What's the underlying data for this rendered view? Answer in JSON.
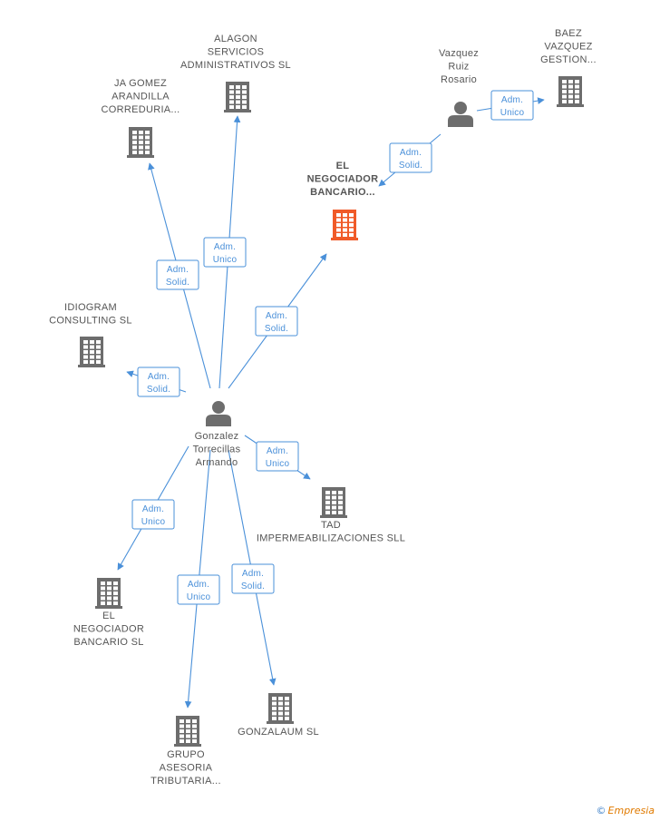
{
  "nodes": [
    {
      "id": "alagon",
      "type": "company",
      "label": [
        "ALAGON",
        "SERVICIOS",
        "ADMINISTRATIVOS SL"
      ]
    },
    {
      "id": "jagomez",
      "type": "company",
      "label": [
        "JA GOMEZ",
        "ARANDILLA",
        "CORREDURIA..."
      ]
    },
    {
      "id": "baez",
      "type": "company",
      "label": [
        "BAEZ",
        "VAZQUEZ",
        "GESTION..."
      ]
    },
    {
      "id": "vazquez",
      "type": "person",
      "label": [
        "Vazquez",
        "Ruiz",
        "Rosario"
      ]
    },
    {
      "id": "negociador_main",
      "type": "company",
      "focus": true,
      "label": [
        "EL",
        "NEGOCIADOR",
        "BANCARIO..."
      ]
    },
    {
      "id": "idiogram",
      "type": "company",
      "label": [
        "IDIOGRAM",
        "CONSULTING SL"
      ]
    },
    {
      "id": "gonzalez",
      "type": "person",
      "label": [
        "Gonzalez",
        "Torrecillas",
        "Armando"
      ]
    },
    {
      "id": "tad",
      "type": "company",
      "label": [
        "TAD",
        "IMPERMEABILIZACIONES SLL"
      ]
    },
    {
      "id": "negociador_sl",
      "type": "company",
      "label": [
        "EL",
        "NEGOCIADOR",
        "BANCARIO  SL"
      ]
    },
    {
      "id": "grupo",
      "type": "company",
      "label": [
        "GRUPO",
        "ASESORIA",
        "TRIBUTARIA..."
      ]
    },
    {
      "id": "gonzalaum",
      "type": "company",
      "label": [
        "GONZALAUM SL"
      ]
    }
  ],
  "edges": [
    {
      "from": "gonzalez",
      "to": "alagon",
      "role": [
        "Adm.",
        "Unico"
      ]
    },
    {
      "from": "gonzalez",
      "to": "jagomez",
      "role": [
        "Adm.",
        "Solid."
      ]
    },
    {
      "from": "gonzalez",
      "to": "negociador_main",
      "role": [
        "Adm.",
        "Solid."
      ]
    },
    {
      "from": "gonzalez",
      "to": "idiogram",
      "role": [
        "Adm.",
        "Solid."
      ]
    },
    {
      "from": "gonzalez",
      "to": "tad",
      "role": [
        "Adm.",
        "Unico"
      ]
    },
    {
      "from": "gonzalez",
      "to": "negociador_sl",
      "role": [
        "Adm.",
        "Unico"
      ]
    },
    {
      "from": "gonzalez",
      "to": "grupo",
      "role": [
        "Adm.",
        "Unico"
      ]
    },
    {
      "from": "gonzalez",
      "to": "gonzalaum",
      "role": [
        "Adm.",
        "Solid."
      ]
    },
    {
      "from": "vazquez",
      "to": "negociador_main",
      "role": [
        "Adm.",
        "Solid."
      ]
    },
    {
      "from": "vazquez",
      "to": "baez",
      "role": [
        "Adm.",
        "Unico"
      ]
    }
  ],
  "colors": {
    "company": "#6d6d6d",
    "focus_company": "#f05a28",
    "person": "#6d6d6d",
    "edge": "#4a90d9"
  },
  "brand": {
    "copyright": "©",
    "name": "Empresia"
  }
}
